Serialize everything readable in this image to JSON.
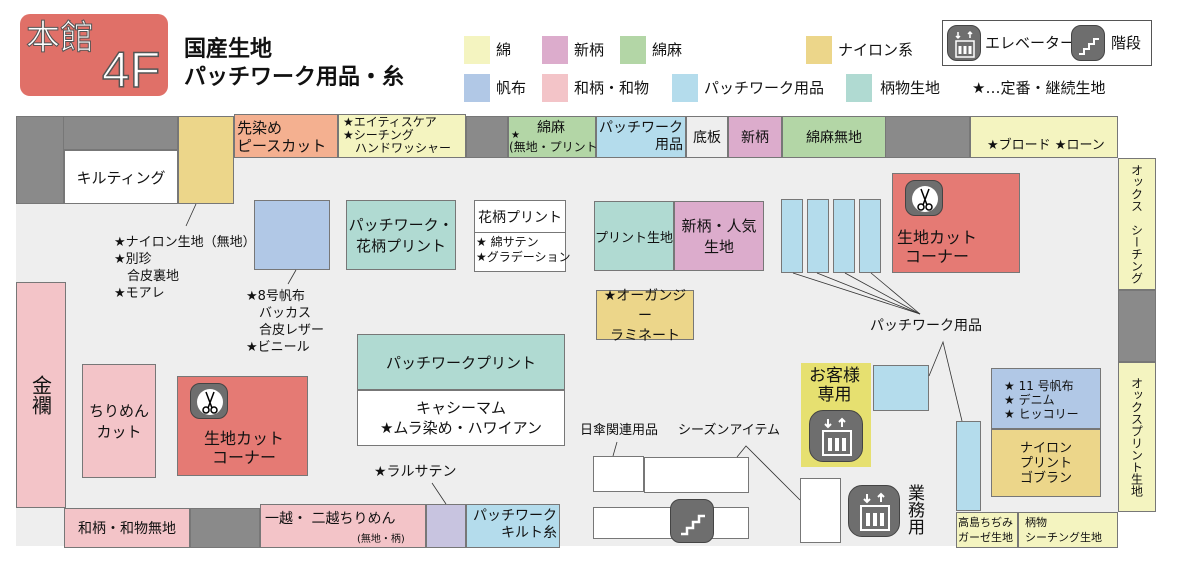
{
  "header": {
    "building": "本館",
    "floor": "4F",
    "title_line1": "国産生地",
    "title_line2": "パッチワーク用品・糸"
  },
  "legend": {
    "items": [
      {
        "label": "綿",
        "color": "#f4f4c0"
      },
      {
        "label": "新柄",
        "color": "#dcaccc"
      },
      {
        "label": "綿麻",
        "color": "#b3d6a6"
      },
      {
        "label": "ナイロン系",
        "color": "#ecd68a"
      },
      {
        "label": "帆布",
        "color": "#b1c8e6"
      },
      {
        "label": "和柄・和物",
        "color": "#f3c4c8"
      },
      {
        "label": "パッチワーク用品",
        "color": "#b4dcec"
      },
      {
        "label": "柄物生地",
        "color": "#b0dad2"
      }
    ],
    "star_note": "★…定番・継続生地",
    "elevator_label": "エレベーター",
    "stairs_label": "階段"
  },
  "icons": {
    "elevator": "elevator-icon",
    "stairs": "stairs-icon",
    "scissors": "scissors-icon"
  },
  "map": {
    "top_row": {
      "sakizome": "先染め\nピースカット",
      "eighties": "★エイティスケア\n★シーチング\n　ハンドワッシャー",
      "menasa_star": "★",
      "menasa": "綿麻",
      "menasa_sub": "(無地・プリント)",
      "patch_top": "パッチワーク\n用品",
      "sokoita": "底板",
      "shingara": "新柄",
      "menasa_muji": "綿麻無地",
      "broad": "★ブロード ★ローン"
    },
    "quilting": "キルティング",
    "nylon_callout": "★ナイロン生地（無地）\n★別珍\n　合皮裏地\n★モアレ",
    "hanpu_callout": "★8号帆布\n　バッカス\n　合皮レザー\n★ビニール",
    "patch_hana": "パッチワーク・\n花柄プリント",
    "hanagara_print": "花柄プリント",
    "hanagara_sub": "★ 綿サテン\n★グラデーション",
    "print_kiji": "プリント生地",
    "shingara_ninki": "新柄・人気\n生地",
    "cut_corner_1": "生地カット\nコーナー",
    "ox_sheeting": "オックス　シーチング",
    "organdy": "★オーガンジー\nラミネート",
    "patchwork_supplies": "パッチワーク用品",
    "kinran": "金襴",
    "chirimen_cut": "ちりめん\nカット",
    "cut_corner_2": "生地カット\nコーナー",
    "patch_print": "パッチワークプリント",
    "cashmere": "キャシーマム\n★ムラ染め・ハワイアン",
    "ral_satin": "★ラルサテン",
    "wagara_muji": "和柄・和物無地",
    "ichigoshi": "一越・ 二越ちりめん",
    "ichigoshi_sub": "(無地・柄)",
    "quilt_thread": "パッチワーク\nキルト糸",
    "umbrella": "日傘関連用品",
    "season": "シーズンアイテム",
    "customer_only": "お客様\n専用",
    "staff_only": "業務用",
    "canvas_denim": "★ 11 号帆布\n★ デニム\n★ ヒッコリー",
    "nylon_print": "ナイロン\nプリント\nゴブラン",
    "ox_print": "オックスプリント生地",
    "takashima": "高島ちぢみ\nガーゼ生地",
    "garamono_sheeting": "柄物\nシーチング生地"
  }
}
